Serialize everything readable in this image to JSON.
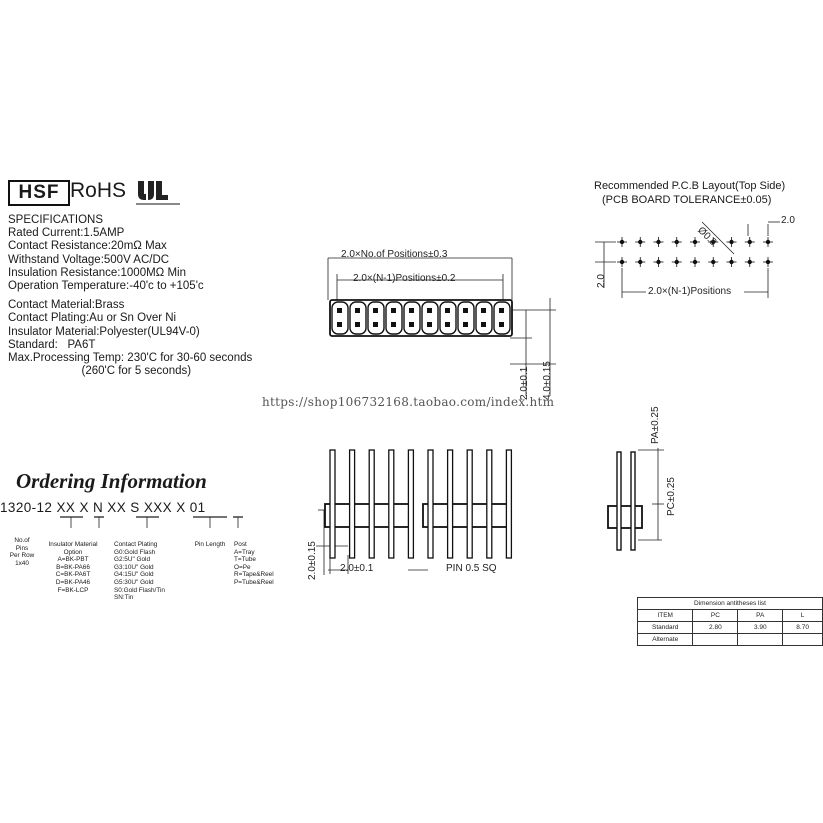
{
  "header": {
    "hsf": "HSF",
    "rohs": "RoHS"
  },
  "specifications": [
    "SPECIFICATIONS",
    "Rated Current:1.5AMP",
    "Contact Resistance:20mΩ Max",
    "Withstand Voltage:500V AC/DC",
    "Insulation Resistance:1000MΩ Min",
    "Operation Temperature:-40'c to +105'c",
    "",
    "Contact Material:Brass",
    "Contact Plating:Au or Sn Over Ni",
    "Insulator Material:Polyester(UL94V-0)",
    "Standard:   PA6T",
    "Max.Processing Temp: 230'C for 30-60 seconds",
    "                       (260'C for 5 seconds)"
  ],
  "ordering": {
    "title": "Ordering Information",
    "part_number": "1320-12 XX  X  N XX  S  XXX  X 01",
    "options": {
      "pins": [
        "No.of",
        "Pins",
        "Per Row",
        "1x40"
      ],
      "insulator": [
        "Insulator Material",
        "Option",
        "A=BK-PBT",
        "B=BK-PA66",
        "C=BK-PA6T",
        "D=BK-PA46",
        "F=BK-LCP"
      ],
      "plating": [
        "Contact Plating",
        "G0:Gold  Flash",
        "G2:5U\" Gold",
        "G3:10U\" Gold",
        "G4:15U\" Gold",
        "G5:30U\" Gold",
        "S0:Gold  Flash/Tin",
        "SN:Tin"
      ],
      "length": [
        "Pin  Length"
      ],
      "post": [
        "Post",
        "A=Tray",
        "T=Tube",
        "O=Pe",
        "R=Tape&Reel",
        "P=Tube&Reel"
      ]
    }
  },
  "top_view": {
    "dim_total": "2.0×No.of Positions±0.3",
    "dim_pitch_sum": "2.0×(N-1)Positions±0.2",
    "dim_height_a": "2.0±0.1",
    "dim_height_b": "4.0±0.15"
  },
  "pcb_layout": {
    "title_line1": "Recommended  P.C.B  Layout(Top Side)",
    "title_line2": "(PCB  BOARD  TOLERANCE±0.05)",
    "dim_hole": "Ø0.8",
    "dim_pitch": "2.0",
    "dim_row": "2.0",
    "dim_span": "2.0×(N-1)Positions"
  },
  "side_view": {
    "dim_left": "2.0±0.15",
    "dim_pitch": "2.0±0.1",
    "dim_pin": "PIN  0.5  SQ",
    "dim_pa": "PA±0.25",
    "dim_pc": "PC±0.25"
  },
  "watermark": "https://shop106732168.taobao.com/index.htm",
  "dimension_table": {
    "title": "Dimension antitheses list",
    "headers": [
      "ITEM",
      "PC",
      "PA",
      "L"
    ],
    "rows": [
      [
        "Standard",
        "2.80",
        "3.90",
        "8.70"
      ],
      [
        "Alternate",
        "",
        "",
        ""
      ]
    ]
  }
}
